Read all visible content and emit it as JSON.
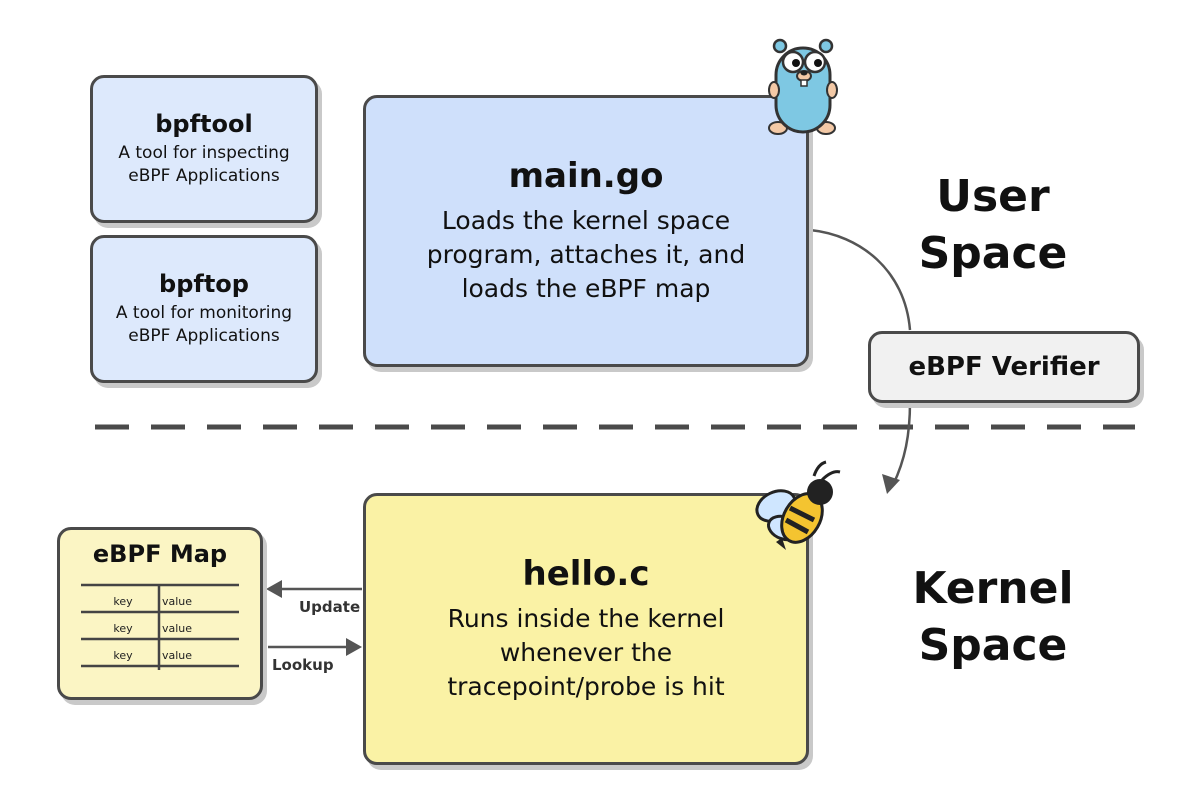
{
  "tools": [
    {
      "title": "bpftool",
      "desc_line1": "A tool for inspecting",
      "desc_line2": "eBPF Applications"
    },
    {
      "title": "bpftop",
      "desc_line1": "A tool for monitoring",
      "desc_line2": "eBPF Applications"
    }
  ],
  "user_program": {
    "title": "main.go",
    "desc_line1": "Loads the kernel space",
    "desc_line2": "program, attaches it, and",
    "desc_line3": "loads the eBPF map"
  },
  "verifier": {
    "label": "eBPF Verifier"
  },
  "user_space": {
    "line1": "User",
    "line2": "Space"
  },
  "kernel_space": {
    "line1": "Kernel",
    "line2": "Space"
  },
  "kernel_program": {
    "title": "hello.c",
    "desc_line1": "Runs inside the kernel",
    "desc_line2": "whenever the",
    "desc_line3": "tracepoint/probe is hit"
  },
  "map": {
    "title": "eBPF Map",
    "rows": [
      {
        "key": "key",
        "value": "value"
      },
      {
        "key": "key",
        "value": "value"
      },
      {
        "key": "key",
        "value": "value"
      }
    ]
  },
  "arrows": {
    "update": "Update",
    "lookup": "Lookup"
  },
  "colors": {
    "user_box": "#cfe0fb",
    "tool_box": "#dde9fc",
    "kernel_box": "#faf2a5",
    "map_box": "#fbf5c4",
    "border": "#4a4a4a"
  },
  "icons": {
    "gopher": "go-gopher-mascot-icon",
    "bee": "ebpf-bee-icon"
  }
}
